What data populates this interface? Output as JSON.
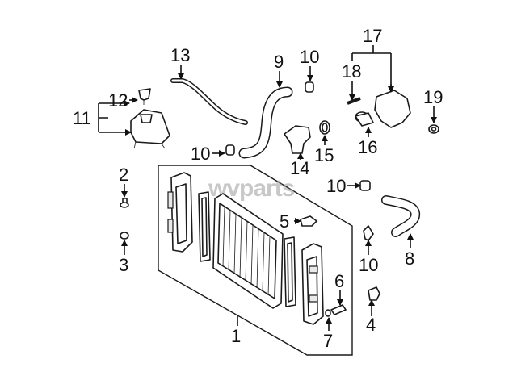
{
  "watermark": "wvparts",
  "callouts": {
    "c1": "1",
    "c2": "2",
    "c3": "3",
    "c4": "4",
    "c5": "5",
    "c6": "6",
    "c7": "7",
    "c8": "8",
    "c9": "9",
    "c10a": "10",
    "c10b": "10",
    "c10c": "10",
    "c10d": "10",
    "c11": "11",
    "c12": "12",
    "c13": "13",
    "c14": "14",
    "c15": "15",
    "c16": "16",
    "c17": "17",
    "c18": "18",
    "c19": "19"
  }
}
